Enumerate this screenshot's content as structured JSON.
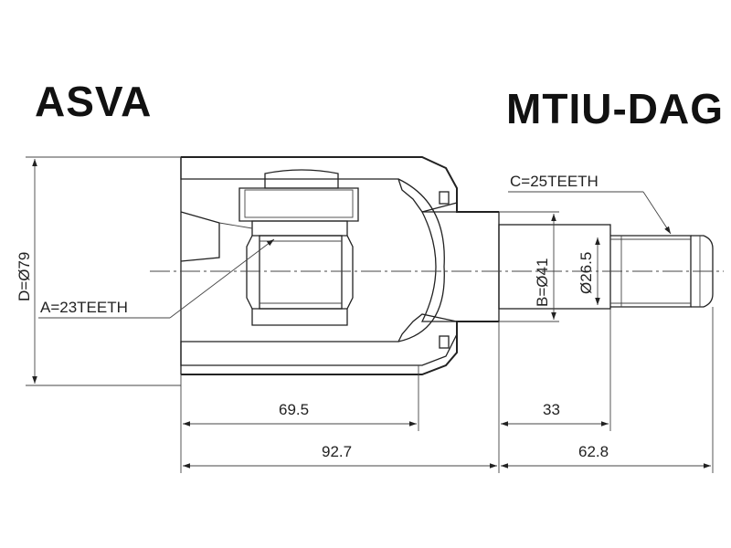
{
  "header": {
    "brand": "ASVA",
    "part_number": "MTIU-DAG"
  },
  "labels": {
    "spline_a": "A=23TEETH",
    "spline_c": "C=25TEETH",
    "diameter_d": "D=Ø79",
    "diameter_b": "B=Ø41",
    "diameter_shaft": "Ø26.5"
  },
  "dimensions": {
    "dim_69_5": "69.5",
    "dim_33": "33",
    "dim_92_7": "92.7",
    "dim_62_8": "62.8"
  }
}
